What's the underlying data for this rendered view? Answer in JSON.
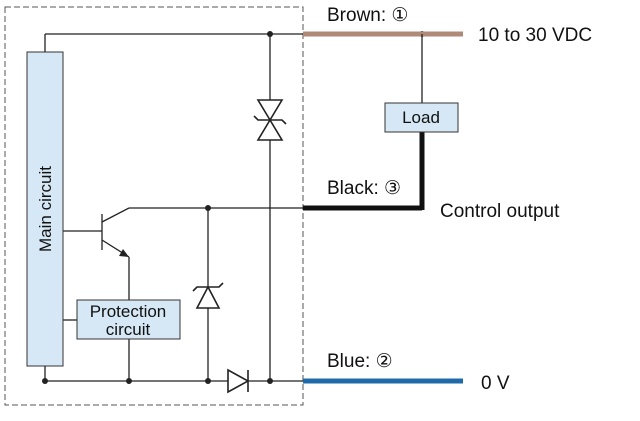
{
  "diagram": {
    "wires": {
      "brown": {
        "label": "Brown: ①",
        "color": "#b08a78"
      },
      "black": {
        "label": "Black: ③",
        "color": "#111111"
      },
      "blue": {
        "label": "Blue: ②",
        "color": "#1f6aa8"
      }
    },
    "terminals": {
      "supply": "10 to 30 VDC",
      "output": "Control output",
      "ground": "0 V"
    },
    "blocks": {
      "main_circuit": "Main circuit",
      "protection_line1": "Protection",
      "protection_line2": "circuit",
      "load": "Load"
    },
    "colors": {
      "block_fill": "#d6e8f5",
      "line": "#222222"
    }
  }
}
